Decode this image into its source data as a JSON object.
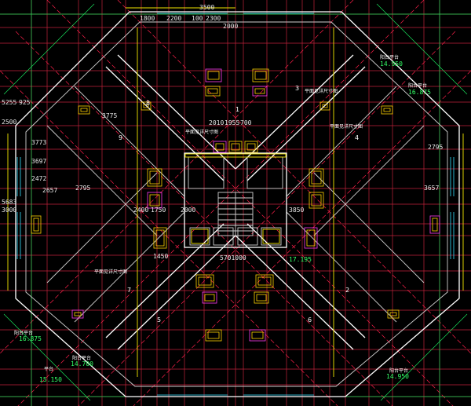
{
  "drawing": {
    "description_colors": {
      "background": "#000000",
      "axis_red": "#c0223a",
      "wall_white": "#ffffff",
      "dim_yellow": "#f2e600",
      "dim_green": "#33ff66",
      "window_cyan": "#33e0ff",
      "fixture_magenta": "#ff3df0"
    },
    "top_dims": [
      "1800",
      "2200",
      "100",
      "2300",
      "3500",
      "2000"
    ],
    "center_dims": [
      "2010",
      "1955",
      "700",
      "5701000",
      "1450",
      "1750",
      "2400",
      "2000",
      "3850"
    ],
    "left_dims": [
      "5255",
      "2500",
      "925",
      "3773",
      "3697",
      "2472",
      "3775",
      "2657",
      "3000",
      "5683",
      "2795"
    ],
    "right_dims": [
      "2795",
      "3657"
    ],
    "units": [
      "8",
      "9",
      "3",
      "4",
      "5",
      "6",
      "7",
      "2",
      "1"
    ],
    "elevations": [
      "16.875",
      "15.150",
      "14.700",
      "14.950",
      "17.195",
      "16.875",
      "14.950"
    ],
    "platform_labels": [
      "阳台平台",
      "阳台平台",
      "阳台平台",
      "阳台平台",
      "平台",
      "阳台平台"
    ],
    "plan_notes": [
      "平面见详尺寸图",
      "平面见详尺寸图",
      "平面见详尺寸图",
      "平面见详尺寸图"
    ]
  }
}
